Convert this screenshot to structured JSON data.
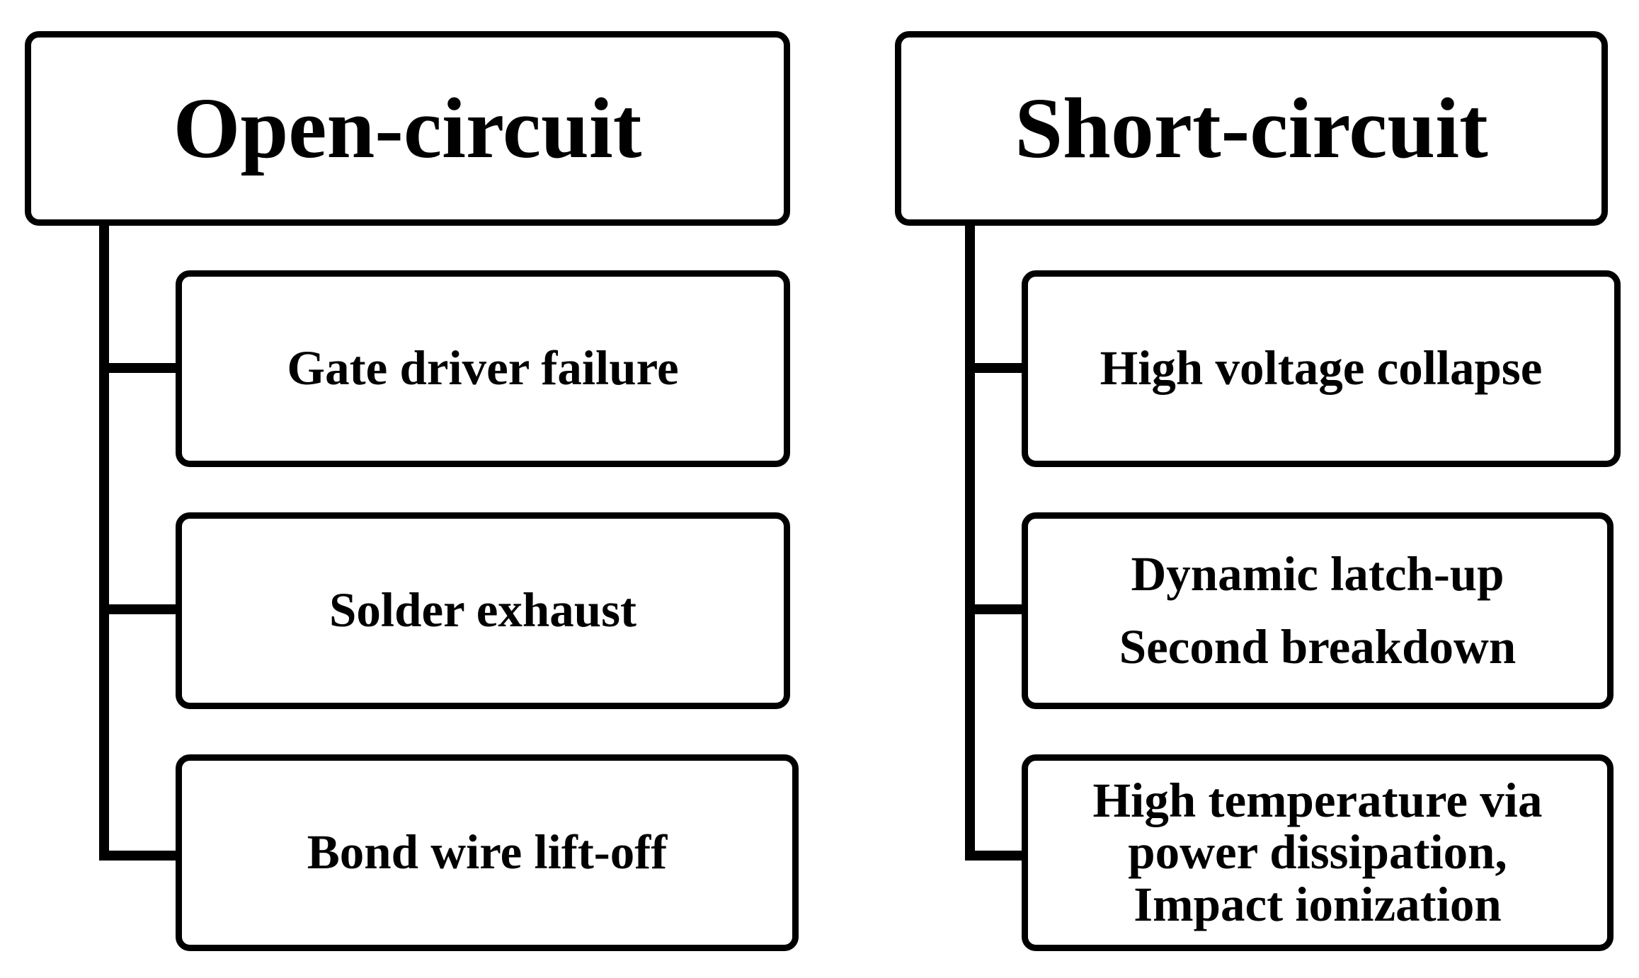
{
  "categories": [
    {
      "title": "Open-circuit",
      "items": [
        {
          "lines": [
            "Gate driver failure"
          ]
        },
        {
          "lines": [
            "Solder exhaust"
          ]
        },
        {
          "lines": [
            "Bond wire lift-off"
          ]
        }
      ]
    },
    {
      "title": "Short-circuit",
      "items": [
        {
          "lines": [
            "High voltage collapse"
          ]
        },
        {
          "lines": [
            "Dynamic latch-up",
            "Second breakdown"
          ]
        },
        {
          "lines": [
            "High temperature via",
            "power dissipation,",
            "Impact ionization"
          ]
        }
      ]
    }
  ]
}
